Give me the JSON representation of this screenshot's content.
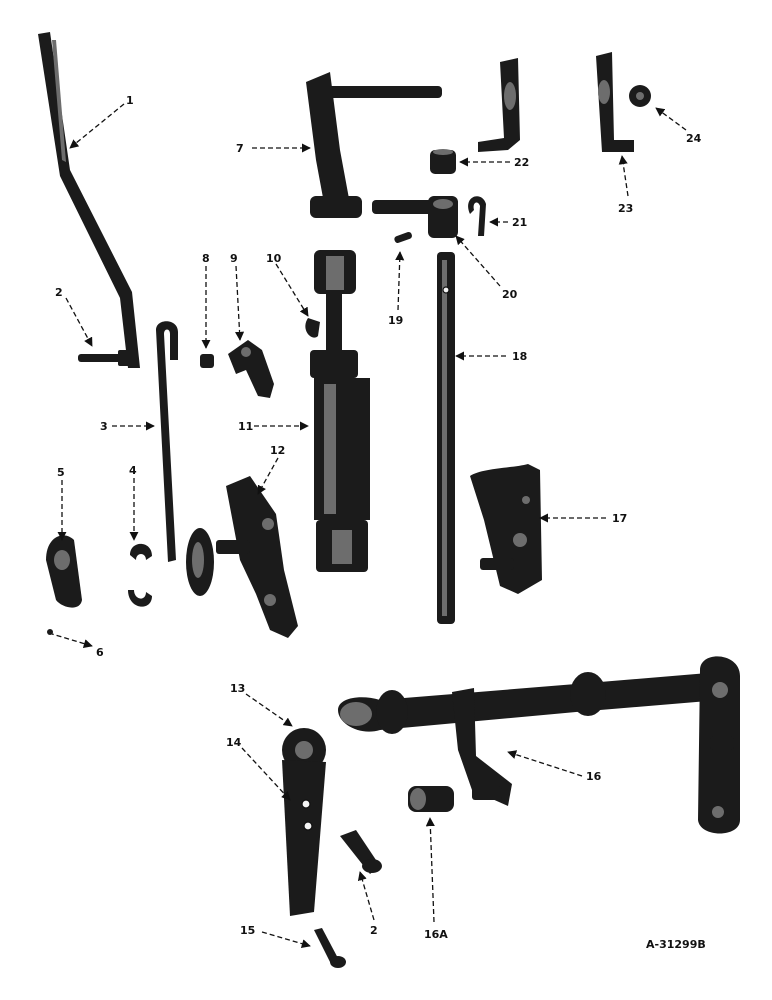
{
  "figure_id": "A-31299B",
  "callouts": {
    "c1": "1",
    "c2a": "2",
    "c2b": "2",
    "c3": "3",
    "c4": "4",
    "c5": "5",
    "c6": "6",
    "c7": "7",
    "c8": "8",
    "c9": "9",
    "c10": "10",
    "c11": "11",
    "c12": "12",
    "c13": "13",
    "c14": "14",
    "c15": "15",
    "c16": "16",
    "c16a": "16A",
    "c17": "17",
    "c18": "18",
    "c19": "19",
    "c20": "20",
    "c21": "21",
    "c22": "22",
    "c23": "23",
    "c24": "24"
  }
}
